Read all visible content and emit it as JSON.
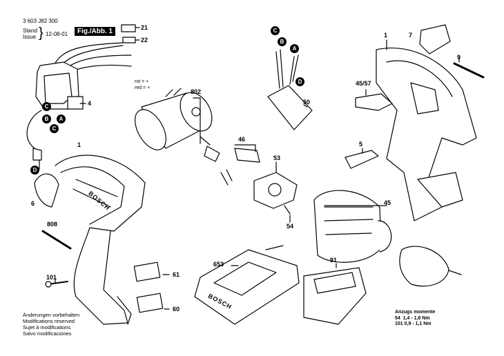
{
  "header": {
    "part_number": "3 603 J82 300",
    "stand_label": "Stand",
    "issue_label": "Issue",
    "date": "12-08-01",
    "figure": "Fig./Abb. 1"
  },
  "wiring": {
    "rot": "rot = +",
    "red": "red = +"
  },
  "connectors": [
    "A",
    "B",
    "C",
    "D"
  ],
  "part_labels": {
    "p1a": "1",
    "p1b": "1",
    "p4": "4",
    "p5": "5",
    "p6": "6",
    "p7": "7",
    "p9": "9",
    "p21": "21",
    "p22": "22",
    "p45": "45",
    "p45_57": "45/57",
    "p46": "46",
    "p50": "50",
    "p53": "53",
    "p54": "54",
    "p60": "60",
    "p61": "61",
    "p91": "91",
    "p101": "101",
    "p653": "653",
    "p802": "802",
    "p808": "808"
  },
  "brand": "BOSCH",
  "notes": [
    "Änderungen vorbehalten",
    "Modifications reserved",
    "Sujet à modifications",
    "Salvo modificaciones"
  ],
  "torque": {
    "title": "Anzugs momente",
    "rows": [
      {
        "part": "54",
        "value": "1,4 - 1,6 Nm"
      },
      {
        "part": "101",
        "value": "0,9 - 1,1 Nm"
      }
    ]
  }
}
